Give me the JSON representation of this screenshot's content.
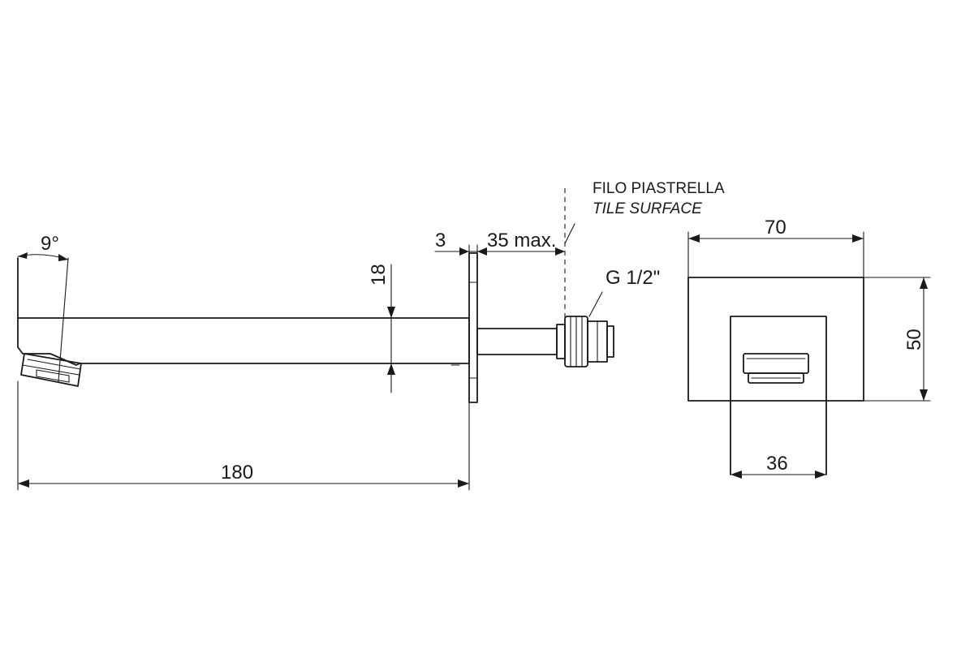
{
  "labels": {
    "tile_surface_it": "FILO PIASTRELLA",
    "tile_surface_en": "TILE SURFACE",
    "thread": "G 1/2\"",
    "flange_thickness": "3",
    "max_depth": "35 max.",
    "spout_angle": "9°",
    "spout_height": "18",
    "spout_length": "180",
    "plate_width": "70",
    "plate_height": "50",
    "outlet_width": "36"
  }
}
